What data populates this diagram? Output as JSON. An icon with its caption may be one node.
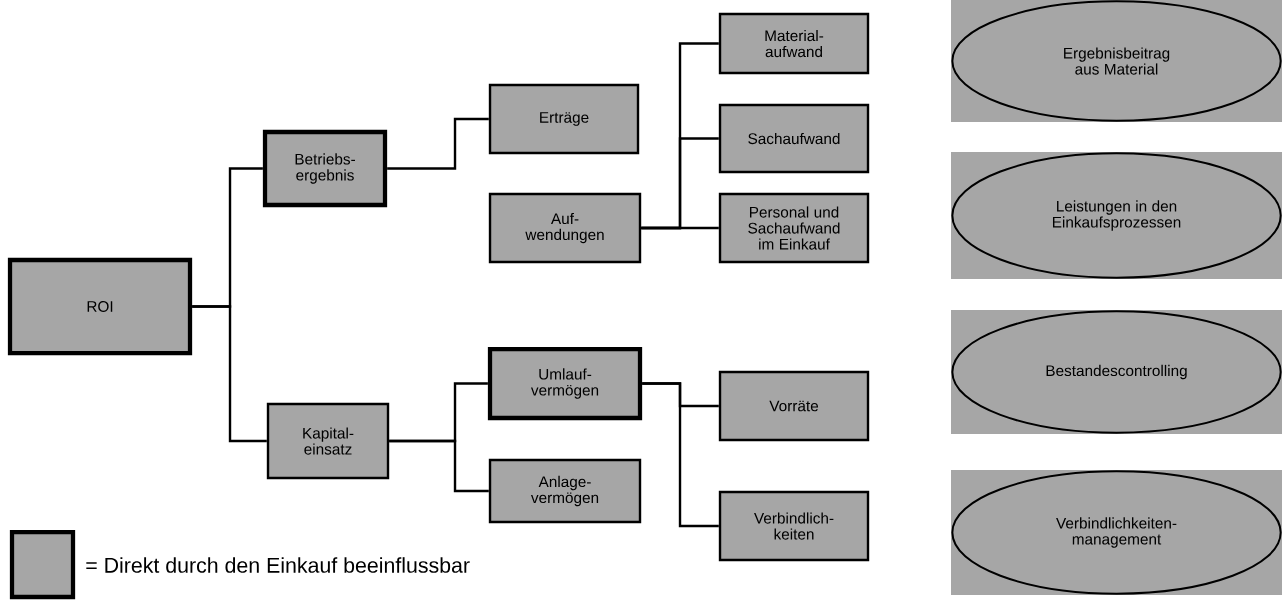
{
  "diagram": {
    "nodes": [
      {
        "text": [
          "ROI"
        ]
      },
      {
        "text": [
          "Betriebs- ergebnis"
        ]
      },
      {
        "text": [
          "Kapital- einsatz"
        ]
      },
      {
        "text": [
          "Erträge"
        ]
      },
      {
        "text": [
          "Auf- wendungen"
        ]
      },
      {
        "text": [
          "Material- aufwand"
        ]
      },
      {
        "text": [
          "Sachaufwand"
        ]
      },
      {
        "text": [
          "Personal und Sachaufwand im Einkauf"
        ]
      },
      {
        "text": [
          "Umlauf- vermögen"
        ]
      },
      {
        "text": [
          "Anlage- vermögen"
        ]
      },
      {
        "text": [
          "Vorräte"
        ]
      },
      {
        "text": [
          "Verbindlich- keiten"
        ]
      },
      {
        "text": [
          "Ergebnisbeitrag aus Material"
        ]
      },
      {
        "text": [
          "Leistungen in den Einkaufsprozessen"
        ]
      },
      {
        "text": [
          "Bestandescontrolling"
        ]
      },
      {
        "text": [
          "Verbindlichkeiten- management"
        ]
      }
    ],
    "edges": [
      {
        "from": 0,
        "to": 1,
        "arrow": "none"
      },
      {
        "from": 0,
        "to": 2,
        "arrow": "none"
      },
      {
        "from": 1,
        "to": 3,
        "arrow": "none"
      },
      {
        "from": 4,
        "to": 5,
        "arrow": "none"
      },
      {
        "from": 4,
        "to": 6,
        "arrow": "none"
      },
      {
        "from": 4,
        "to": 7,
        "arrow": "none"
      },
      {
        "from": 2,
        "to": 8,
        "arrow": "none"
      },
      {
        "from": 2,
        "to": 9,
        "arrow": "none"
      },
      {
        "from": 8,
        "to": 10,
        "arrow": "none"
      },
      {
        "from": 8,
        "to": 11,
        "arrow": "none"
      }
    ],
    "legend": [
      {
        "text": "= Direkt durch den Einkauf beeinflussbar"
      }
    ]
  }
}
